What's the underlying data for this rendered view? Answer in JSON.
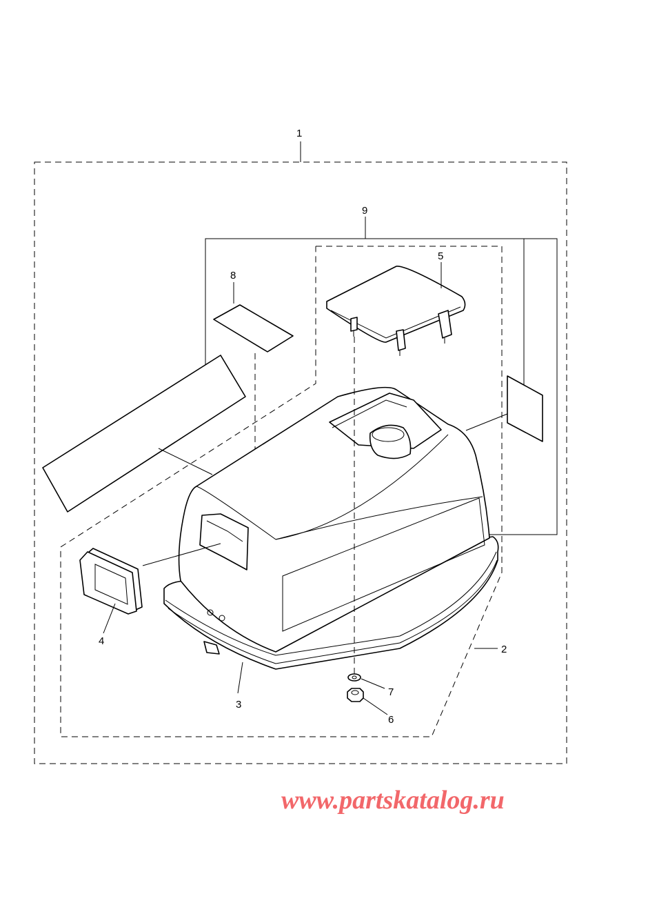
{
  "callouts": {
    "c1": "1",
    "c2": "2",
    "c3": "3",
    "c4": "4",
    "c5": "5",
    "c6": "6",
    "c7": "7",
    "c8": "8",
    "c9": "9"
  },
  "watermark": "www.partskatalog.ru",
  "colors": {
    "line": "#000000",
    "watermark": "#f2676a",
    "background": "#ffffff"
  }
}
